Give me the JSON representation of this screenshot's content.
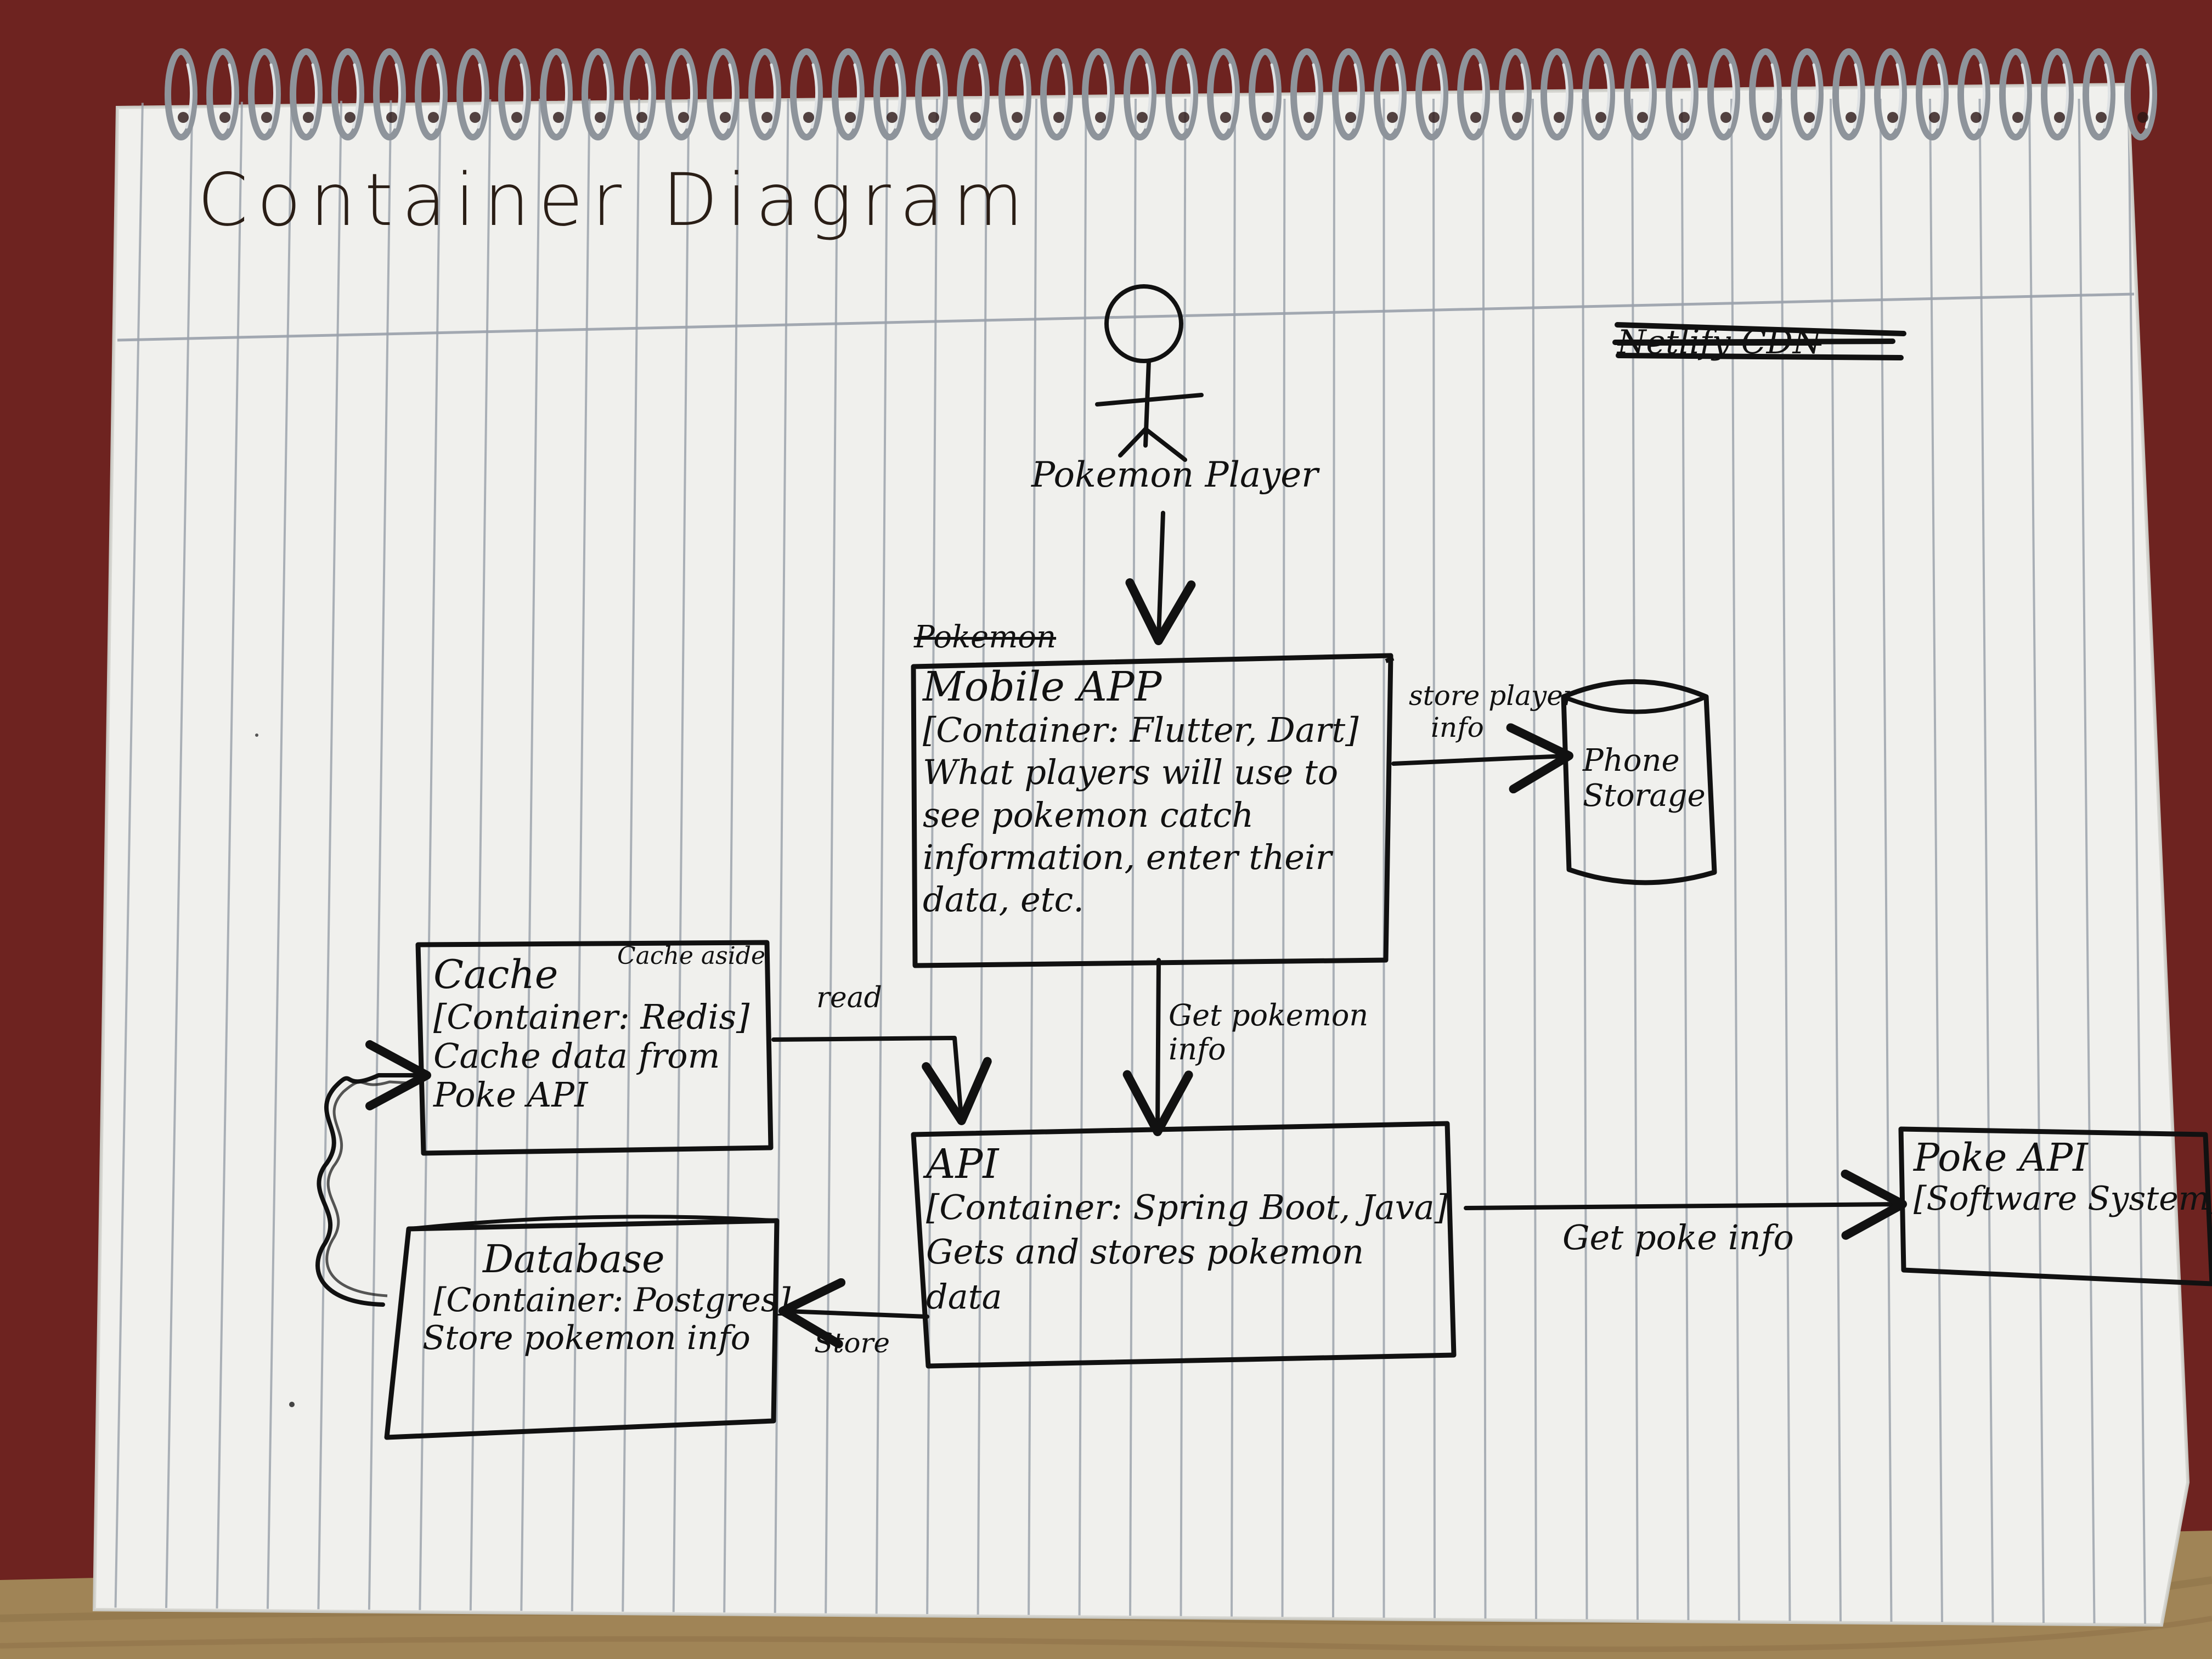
{
  "title": "Container Diagram",
  "scratched_note": "Netlify CDN",
  "actor": {
    "label": "Pokemon Player"
  },
  "containers": {
    "mobile_app": {
      "struck_label": "Pokemon",
      "name": "Mobile APP",
      "tech": "[Container: Flutter, Dart]",
      "desc_lines": [
        "What players will use to",
        "see pokemon catch",
        "information, enter their",
        "data, etc."
      ]
    },
    "phone_storage": {
      "name_lines": [
        "Phone",
        "Storage"
      ]
    },
    "cache": {
      "name": "Cache",
      "note": "Cache aside",
      "tech": "[Container: Redis]",
      "desc_lines": [
        "Cache data from",
        "Poke API"
      ]
    },
    "api": {
      "name": "API",
      "tech": "[Container: Spring Boot, Java]",
      "desc_lines": [
        "Gets and stores pokemon",
        "data"
      ]
    },
    "database": {
      "name": "Database",
      "tech": "[Container: Postgres]",
      "desc_lines": [
        "Store pokemon info"
      ]
    },
    "poke_api": {
      "name": "Poke API",
      "tech": "[Software System]"
    }
  },
  "edges": {
    "store_player_info": [
      "store player",
      "info"
    ],
    "get_pokemon_info": [
      "Get pokemon",
      "info"
    ],
    "read": "read",
    "store": "Store",
    "get_poke_info": "Get poke info"
  },
  "colors": {
    "paper": "#f1f1ee",
    "rule": "#9aa1ab",
    "ink": "#111111",
    "background": "#6e2320",
    "desk": "#a08456"
  }
}
